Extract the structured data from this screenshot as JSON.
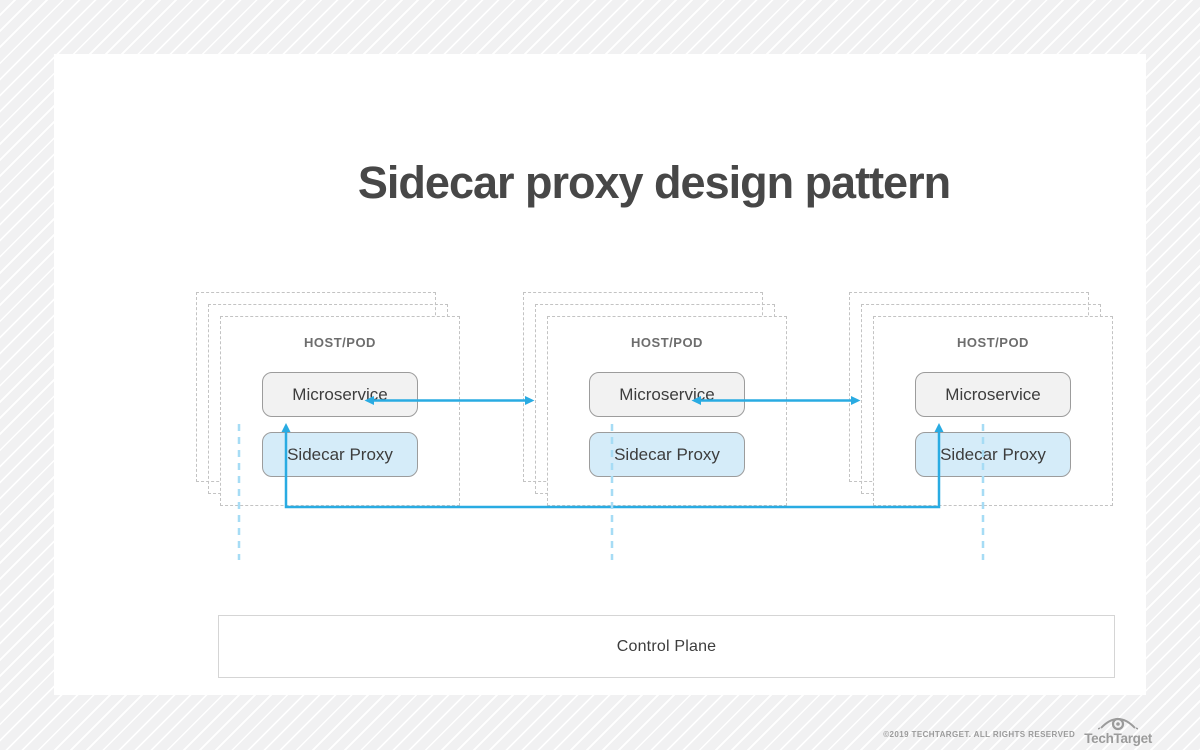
{
  "title": "Sidecar proxy design pattern",
  "groups": [
    {
      "host_label": "HOST/POD",
      "microservice_label": "Microservice",
      "sidecar_label": "Sidecar Proxy"
    },
    {
      "host_label": "HOST/POD",
      "microservice_label": "Microservice",
      "sidecar_label": "Sidecar Proxy"
    },
    {
      "host_label": "HOST/POD",
      "microservice_label": "Microservice",
      "sidecar_label": "Sidecar Proxy"
    }
  ],
  "control_plane": {
    "label": "Control Plane"
  },
  "footer": {
    "copyright": "©2019 TECHTARGET. ALL RIGHTS RESERVED",
    "brand": "TechTarget"
  },
  "colors": {
    "accent_blue": "#29abe2",
    "dashed_blue": "#a6dcf5",
    "sidecar_fill": "#d5ecf9",
    "micro_fill": "#f2f2f2",
    "node_border": "#9c9c9c",
    "pod_dash": "#c3c3c3",
    "title_color": "#474747",
    "label_gray": "#6d6d6d",
    "text_dark": "#3d3d3d",
    "plane_border": "#d5d5d5",
    "footer_gray": "#9b9b9b",
    "bg_gray": "#f1f1f2"
  }
}
